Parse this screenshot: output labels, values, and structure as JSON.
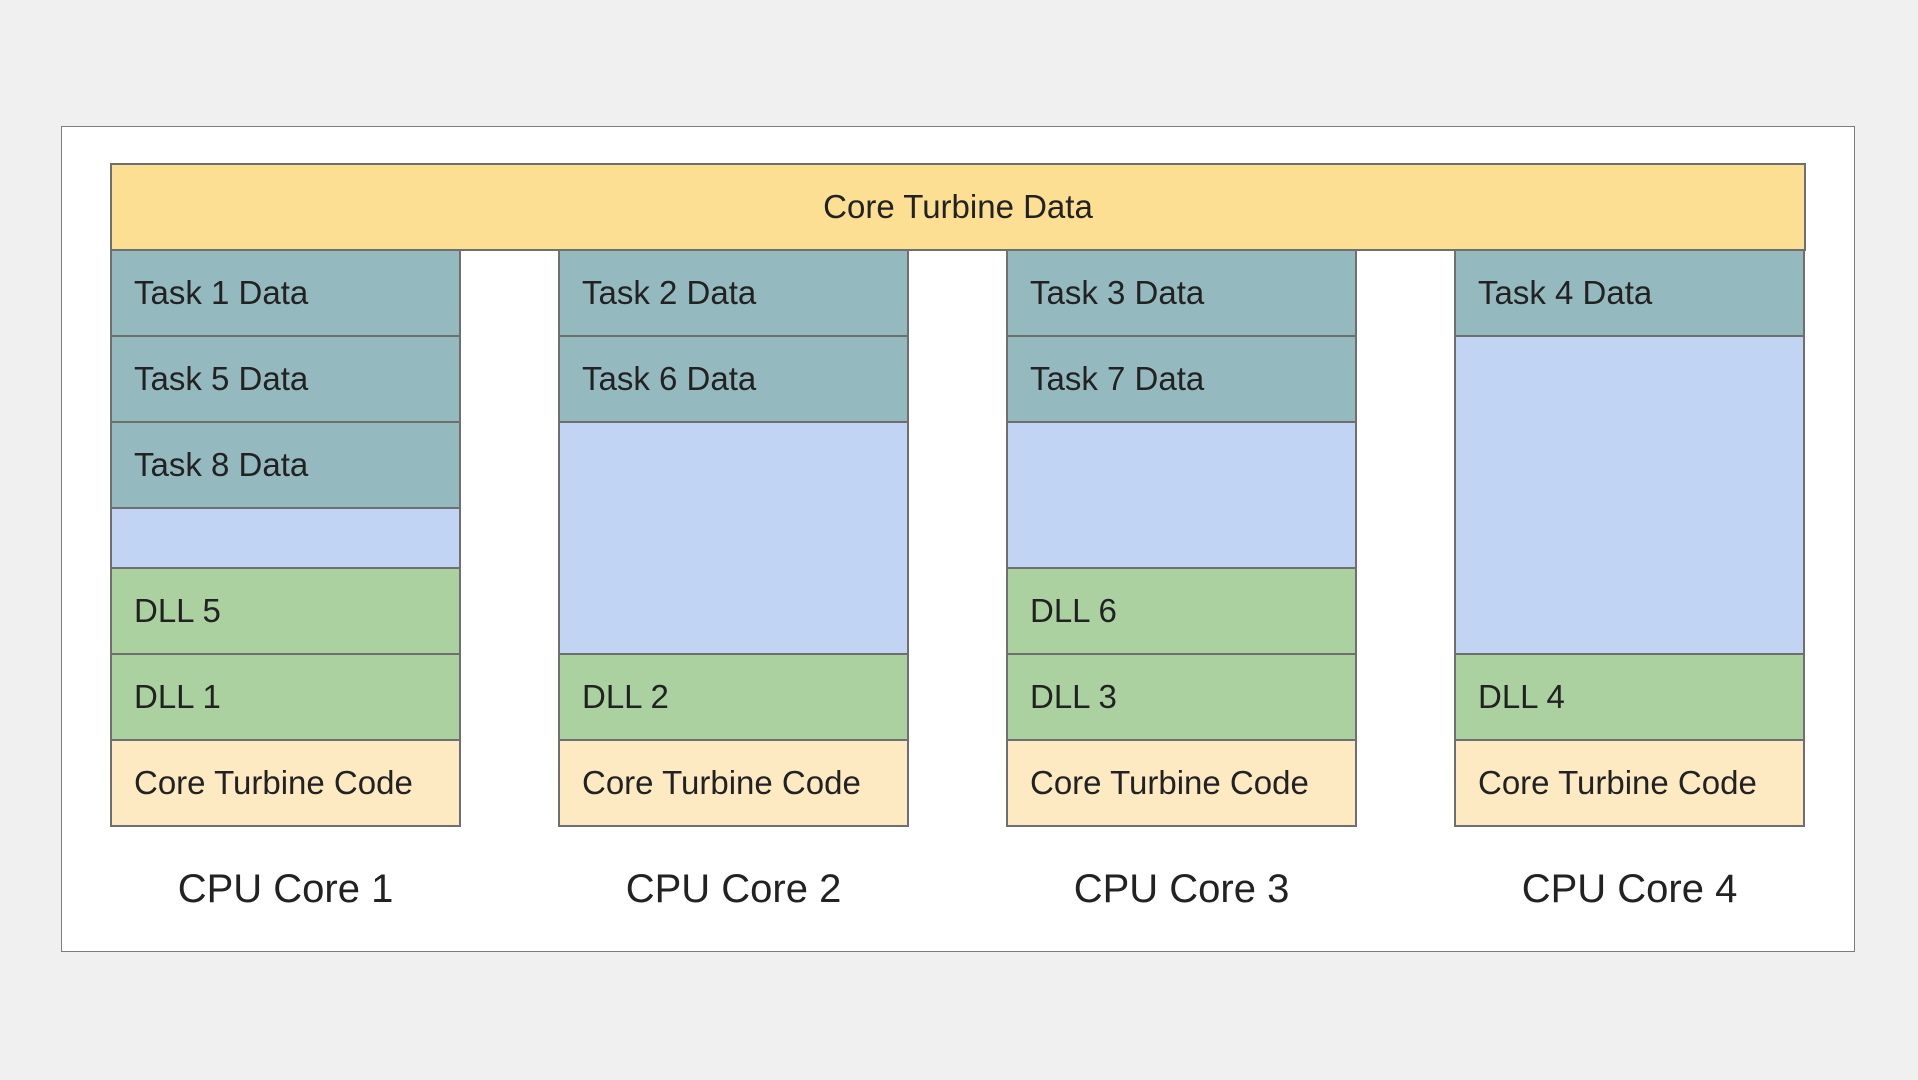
{
  "colors": {
    "core_turbine_data": "#fddf93",
    "task_data": "#94bac0",
    "free_space": "#c1d4f3",
    "dll": "#aad19f",
    "core_turbine_code": "#fde9c2",
    "border": "#6f6f6f",
    "page_background": "#f0f0f0"
  },
  "shared_block": {
    "label": "Core Turbine Data"
  },
  "cores": [
    {
      "label": "CPU Core 1",
      "blocks": [
        {
          "kind": "task",
          "label": "Task 1 Data"
        },
        {
          "kind": "task",
          "label": "Task 5 Data"
        },
        {
          "kind": "task",
          "label": "Task 8 Data"
        },
        {
          "kind": "free",
          "label": ""
        },
        {
          "kind": "dll",
          "label": "DLL 5"
        },
        {
          "kind": "dll",
          "label": "DLL 1"
        },
        {
          "kind": "code",
          "label": "Core Turbine Code"
        }
      ]
    },
    {
      "label": "CPU Core 2",
      "blocks": [
        {
          "kind": "task",
          "label": "Task 2 Data"
        },
        {
          "kind": "task",
          "label": "Task 6 Data"
        },
        {
          "kind": "free",
          "label": ""
        },
        {
          "kind": "dll",
          "label": "DLL 2"
        },
        {
          "kind": "code",
          "label": "Core Turbine Code"
        }
      ]
    },
    {
      "label": "CPU Core 3",
      "blocks": [
        {
          "kind": "task",
          "label": "Task 3 Data"
        },
        {
          "kind": "task",
          "label": "Task 7 Data"
        },
        {
          "kind": "free",
          "label": ""
        },
        {
          "kind": "dll",
          "label": "DLL 6"
        },
        {
          "kind": "dll",
          "label": "DLL 3"
        },
        {
          "kind": "code",
          "label": "Core Turbine Code"
        }
      ]
    },
    {
      "label": "CPU Core 4",
      "blocks": [
        {
          "kind": "task",
          "label": "Task 4 Data"
        },
        {
          "kind": "free",
          "label": ""
        },
        {
          "kind": "dll",
          "label": "DLL 4"
        },
        {
          "kind": "code",
          "label": "Core Turbine Code"
        }
      ]
    }
  ]
}
